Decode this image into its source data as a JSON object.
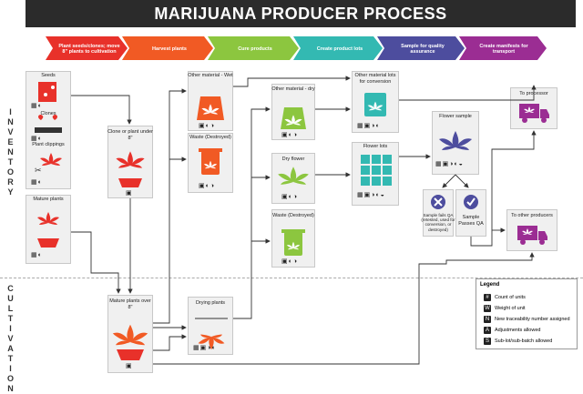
{
  "title": "MARIJUANA PRODUCER PROCESS",
  "side_labels": {
    "inventory": "INVENTORY",
    "cultivation": "CULTIVATION"
  },
  "stages": [
    {
      "label": "Plant seeds/clones; move 8\" plants to cultivation",
      "color": "#e8312a"
    },
    {
      "label": "Harvest plants",
      "color": "#f15a24"
    },
    {
      "label": "Cure products",
      "color": "#8cc63f"
    },
    {
      "label": "Create product lots",
      "color": "#33b9b2"
    },
    {
      "label": "Sample for quality assurance",
      "color": "#4d4d9e"
    },
    {
      "label": "Create manifests for transport",
      "color": "#9b2d93"
    }
  ],
  "nodes": {
    "seeds": "Seeds",
    "clones": "Clones",
    "plant_clippings": "Plant clippings",
    "mature_plants": "Mature plants",
    "clone_or_plant": "Clone or plant under 8\"",
    "mature_over8": "Mature plants over 8\"",
    "other_wet": "Other material - Wet",
    "waste_destroyed_1": "Waste (Destroyed)",
    "drying_plants": "Drying plants",
    "other_dry": "Other material - dry",
    "dry_flower": "Dry flower",
    "waste_destroyed_2": "Waste (Destroyed)",
    "other_lots": "Other material lots for conversion",
    "flower_lots": "Flower lots",
    "flower_sample": "Flower sample",
    "sample_fails": "Sample fails QA (retested, used for conversion, or destroyed)",
    "sample_passes": "Sample Passes QA",
    "to_processor": "To processor",
    "to_other_producers": "To other producers"
  },
  "legend": {
    "title": "Legend",
    "items": [
      {
        "symbol": "#",
        "label": "Count of units"
      },
      {
        "symbol": "W",
        "label": "Weight of unit"
      },
      {
        "symbol": "N",
        "label": "New traceability number assigned"
      },
      {
        "symbol": "A",
        "label": "Adjustments allowed"
      },
      {
        "symbol": "S",
        "label": "Sub-lot/sub-batch allowed"
      }
    ]
  },
  "colors": {
    "plant_red": "#e8312a",
    "plant_orange": "#f15a24",
    "green": "#8cc63f",
    "teal": "#33b9b2",
    "purple": "#4d4d9e",
    "magenta": "#9b2d93"
  }
}
